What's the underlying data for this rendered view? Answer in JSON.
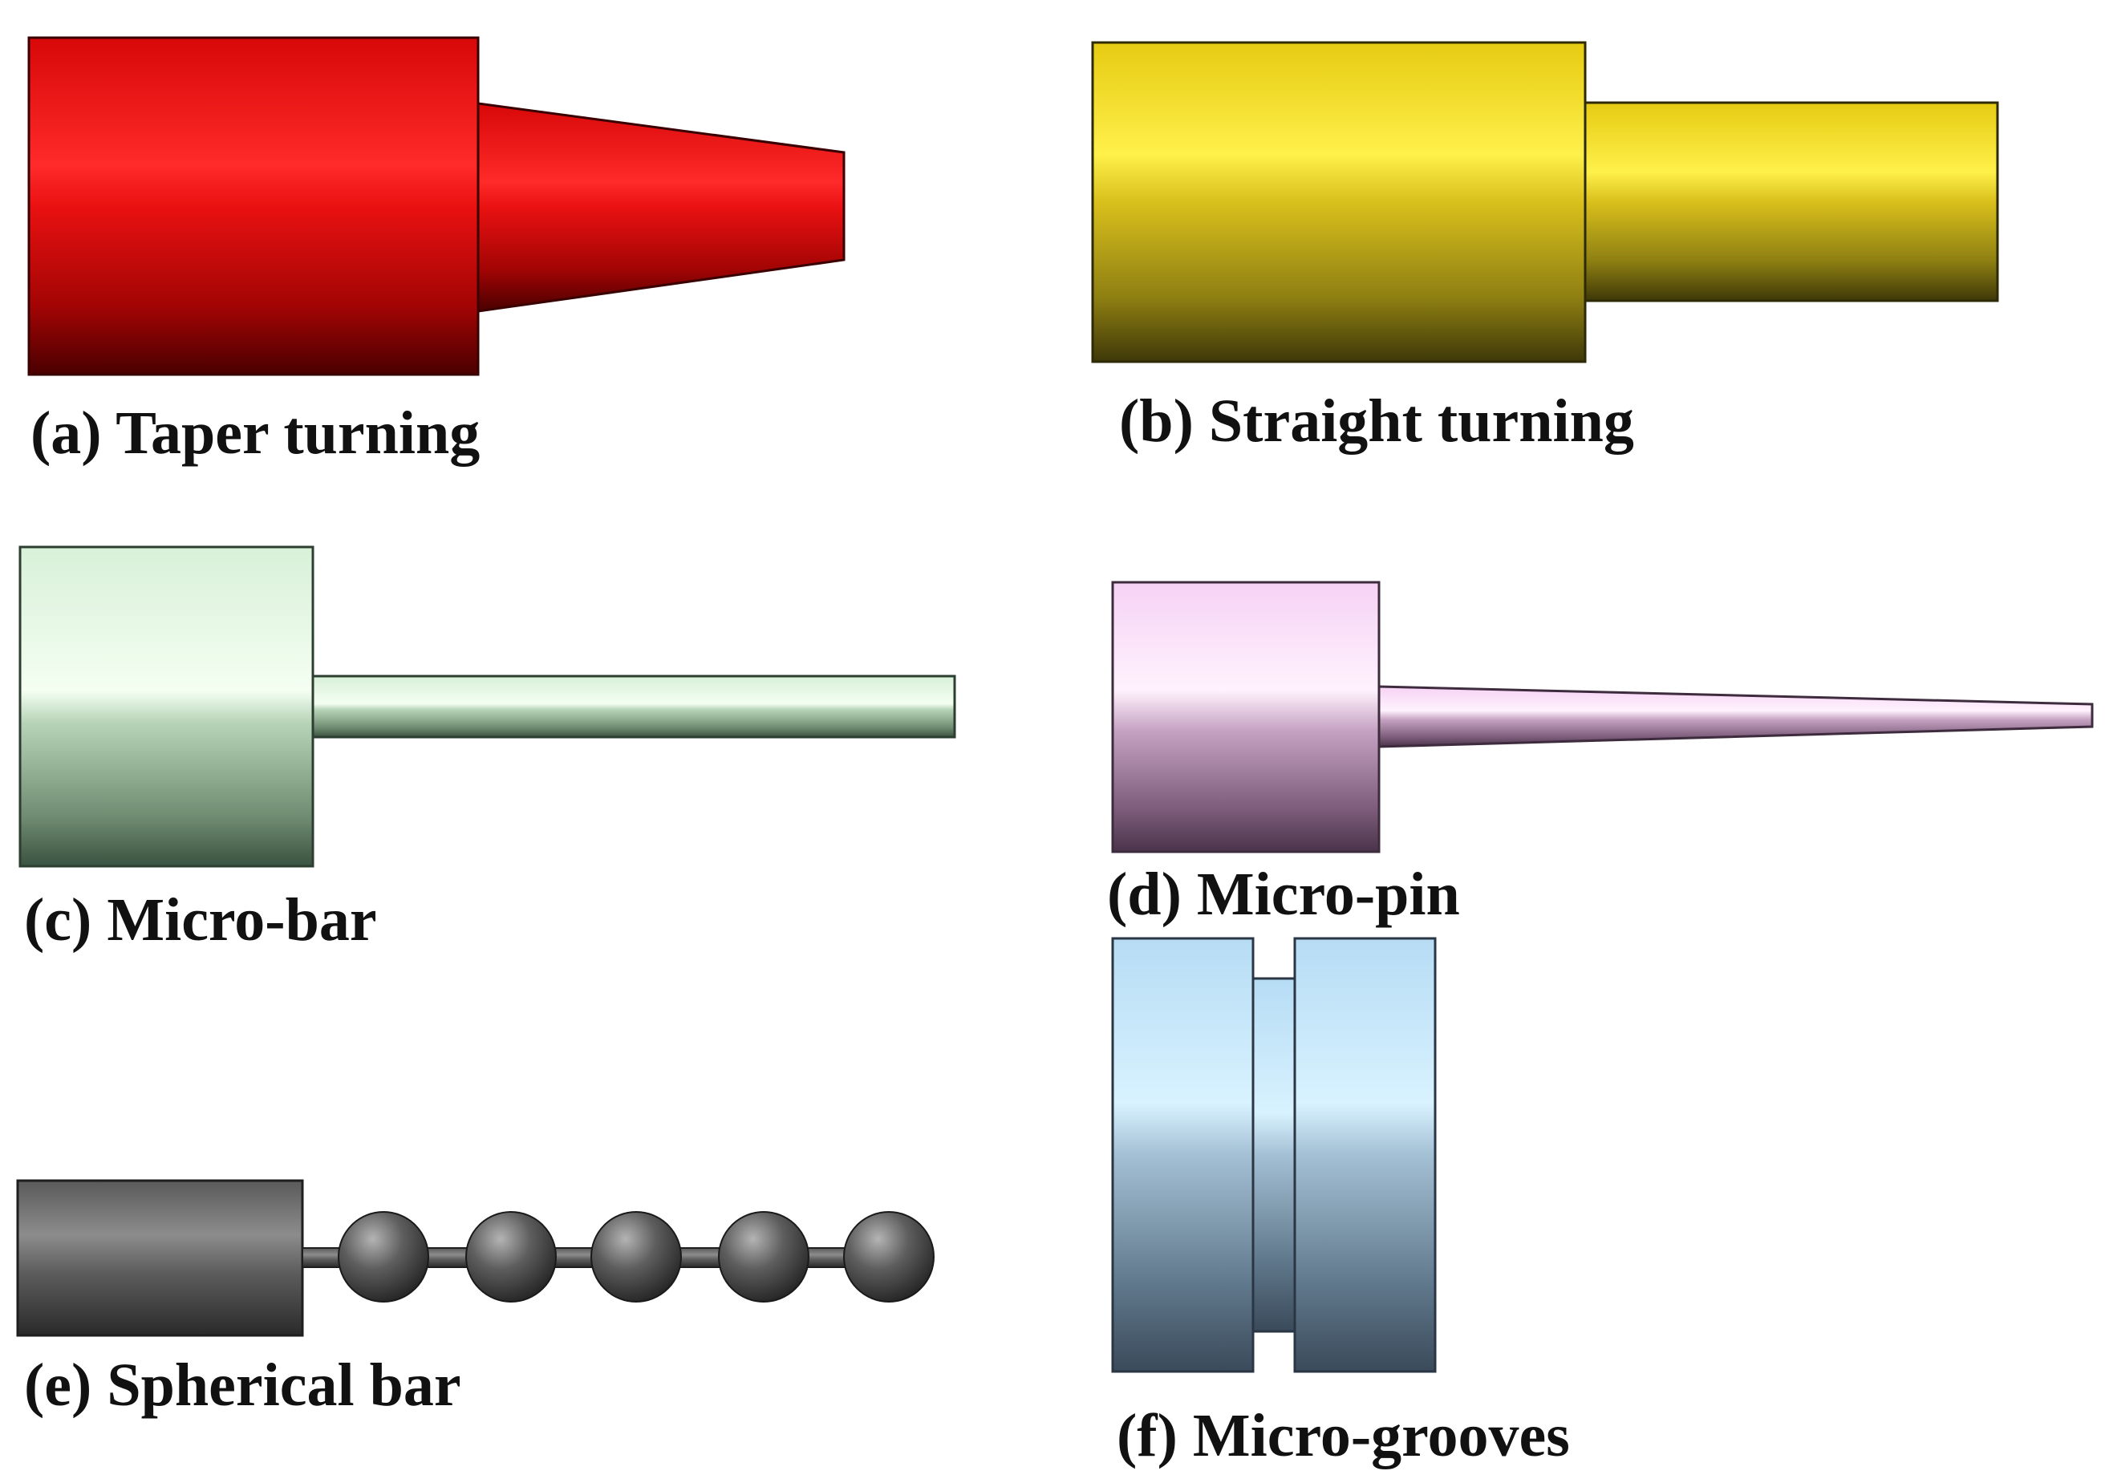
{
  "panels": [
    {
      "id": "a",
      "caption": "(a) Taper turning",
      "shape": "taper",
      "color": "#e10c0c"
    },
    {
      "id": "b",
      "caption": "(b) Straight turning",
      "shape": "straight",
      "color": "#d8c21e"
    },
    {
      "id": "c",
      "caption": "(c) Micro-bar",
      "shape": "micro-bar",
      "color": "#b8dcbc"
    },
    {
      "id": "d",
      "caption": "(d) Micro-pin",
      "shape": "micro-pin",
      "color": "#e8bfe2"
    },
    {
      "id": "e",
      "caption": "(e) Spherical bar",
      "shape": "spherical-bar",
      "color": "#6a6a6a"
    },
    {
      "id": "f",
      "caption": "(f) Micro-grooves",
      "shape": "micro-grooves",
      "color": "#a8cce4"
    }
  ]
}
